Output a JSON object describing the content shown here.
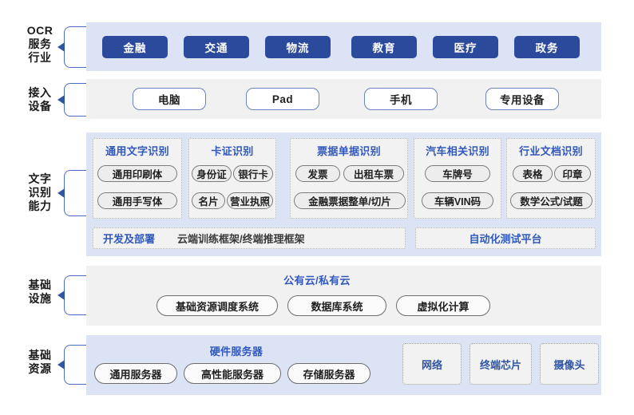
{
  "rows": [
    {
      "id": "ocr-service-industry",
      "label_lines": [
        "OCR",
        "服务",
        "行业"
      ]
    },
    {
      "id": "access-devices",
      "label_lines": [
        "接入",
        "设备"
      ]
    },
    {
      "id": "text-recognition",
      "label_lines": [
        "文字",
        "识别",
        "能力"
      ]
    },
    {
      "id": "infrastructure",
      "label_lines": [
        "基础",
        "设施"
      ]
    },
    {
      "id": "base-resources",
      "label_lines": [
        "基础",
        "资源"
      ]
    }
  ],
  "industries": [
    {
      "label": "金融"
    },
    {
      "label": "交通"
    },
    {
      "label": "物流"
    },
    {
      "label": "教育"
    },
    {
      "label": "医疗"
    },
    {
      "label": "政务"
    }
  ],
  "devices": [
    {
      "label": "电脑"
    },
    {
      "label": "Pad"
    },
    {
      "label": "手机"
    },
    {
      "label": "专用设备"
    }
  ],
  "capabilities": [
    {
      "title": "通用文字识别",
      "items": [
        [
          "通用印刷体"
        ],
        [
          "通用手写体"
        ]
      ]
    },
    {
      "title": "卡证识别",
      "items": [
        [
          "身份证",
          "银行卡"
        ],
        [
          "名片",
          "营业执照"
        ]
      ]
    },
    {
      "title": "票据单据识别",
      "items": [
        [
          "发票",
          "出租车票"
        ],
        [
          "金融票据整单/切片"
        ]
      ]
    },
    {
      "title": "汽车相关识别",
      "items": [
        [
          "车牌号"
        ],
        [
          "车辆VIN码"
        ]
      ]
    },
    {
      "title": "行业文档识别",
      "items": [
        [
          "表格",
          "印章"
        ],
        [
          "数学公式/试题"
        ]
      ]
    }
  ],
  "deploy": {
    "key": "开发及部署",
    "value": "云端训练框架/终端推理框架",
    "test_platform": "自动化测试平台"
  },
  "infrastructure": {
    "title": "公有云/私有云",
    "items": [
      "基础资源调度系统",
      "数据库系统",
      "虚拟化计算"
    ]
  },
  "resources": {
    "title": "硬件服务器",
    "servers": [
      "通用服务器",
      "高性能服务器",
      "存储服务器"
    ],
    "extras": [
      "网络",
      "终端芯片",
      "摄像头"
    ]
  },
  "colors": {
    "band_blue": "#dbe3f5",
    "band_gray": "#f1f1f1",
    "industry_chip": "#2b4a9b",
    "accent_blue": "#3158bd",
    "bracket_blue": "#4a6fc0"
  }
}
